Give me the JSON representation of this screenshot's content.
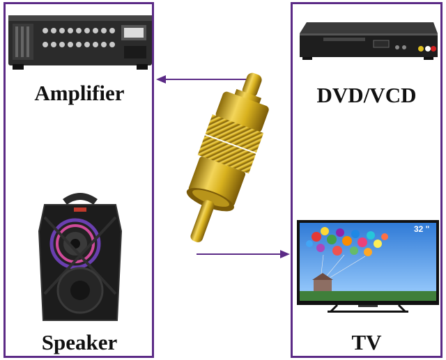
{
  "left": {
    "top_label": "Amplifier",
    "bottom_label": "Speaker"
  },
  "right": {
    "top_label": "DVD/VCD",
    "bottom_label": "TV",
    "tv_badge": "32 \""
  },
  "colors": {
    "frame": "#5b2a86",
    "arrow": "#5b2a86",
    "connector_gold": "#d9b21f"
  }
}
